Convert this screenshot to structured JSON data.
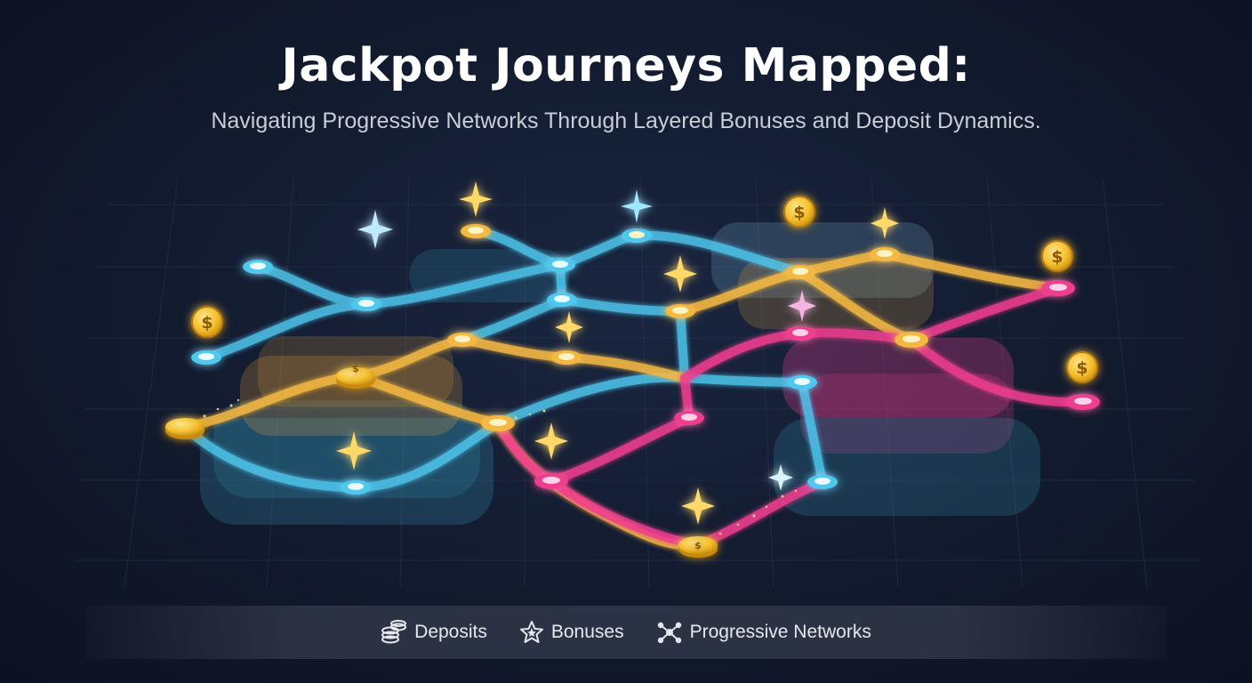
{
  "header": {
    "title": "Jackpot Journeys Mapped:",
    "subtitle": "Navigating Progressive Networks Through Layered Bonuses and Deposit Dynamics."
  },
  "legend": [
    {
      "label": "Deposits",
      "icon": "coin-stack-icon"
    },
    {
      "label": "Bonuses",
      "icon": "star-icon"
    },
    {
      "label": "Progressive Networks",
      "icon": "network-icon"
    }
  ],
  "colors": {
    "background": "#121a2e",
    "blue_path": "#4fc8ef",
    "gold_path": "#f5b942",
    "pink_path": "#ef3e8f",
    "gold_coin": "#f4c02e"
  },
  "coin_symbol": "$"
}
